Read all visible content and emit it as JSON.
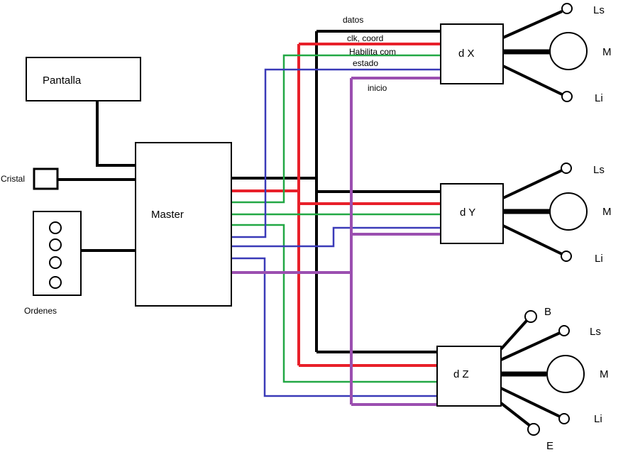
{
  "blocks": {
    "pantalla": "Pantalla",
    "master": "Master",
    "cristal": "Cristal",
    "ordenes": "Ordenes"
  },
  "drivers": {
    "dx": "d X",
    "dy": "d Y",
    "dz": "d Z"
  },
  "signals": {
    "datos": "datos",
    "clk": "clk, coord",
    "habilita": "Habilita com",
    "estado": "estado",
    "inicio": "inicio"
  },
  "endpoints": {
    "ls": "Ls",
    "m": "M",
    "li": "Li",
    "b": "B",
    "e": "E"
  },
  "colors": {
    "datos": "#000000",
    "clk": "#e8202a",
    "habilita": "#22a845",
    "estado": "#3a3ab8",
    "inicio": "#9b4fb0"
  }
}
